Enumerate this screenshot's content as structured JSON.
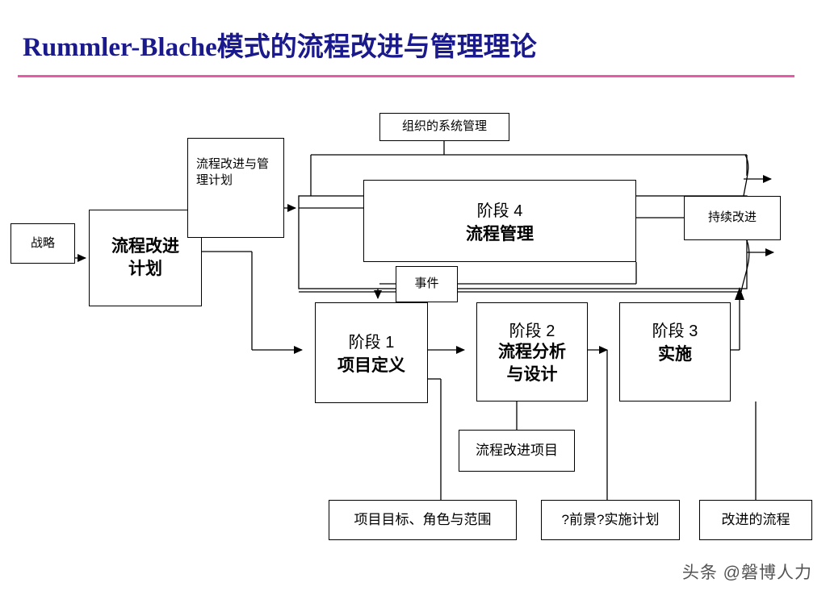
{
  "slide": {
    "title": "Rummler-Blache模式的流程改进与管理理论",
    "title_color": "#1a1a8c",
    "rule_color": "#e85aa8",
    "background": "#ffffff",
    "watermark": "头条 @磐博人力"
  },
  "diagram": {
    "type": "flowchart",
    "line_color": "#000000",
    "box_fill": "#ffffff",
    "nodes": {
      "strategy": {
        "label": "战略"
      },
      "improvement_plan": {
        "label": "流程改进\n计划"
      },
      "improvement_mgmt_plan": {
        "label": "流程改进与管\n理计划"
      },
      "org_system_mgmt": {
        "label": "组织的系统管理"
      },
      "phase4_line1": "阶段 4",
      "phase4_line2": "流程管理",
      "continuous_improvement": {
        "label": "持续改进"
      },
      "event": {
        "label": "事件"
      },
      "phase1_line1": "阶段 1",
      "phase1_line2": "项目定义",
      "phase2_line1": "阶段 2",
      "phase2_line2": "流程分析\n与设计",
      "phase3_line1": "阶段 3",
      "phase3_line2": "实施",
      "improvement_project": {
        "label": "流程改进项目"
      },
      "project_goal_role_scope": {
        "label": "项目目标、角色与范围"
      },
      "vision_implementation_plan": {
        "label": "?前景?实施计划"
      },
      "improved_process": {
        "label": "改进的流程"
      }
    }
  }
}
